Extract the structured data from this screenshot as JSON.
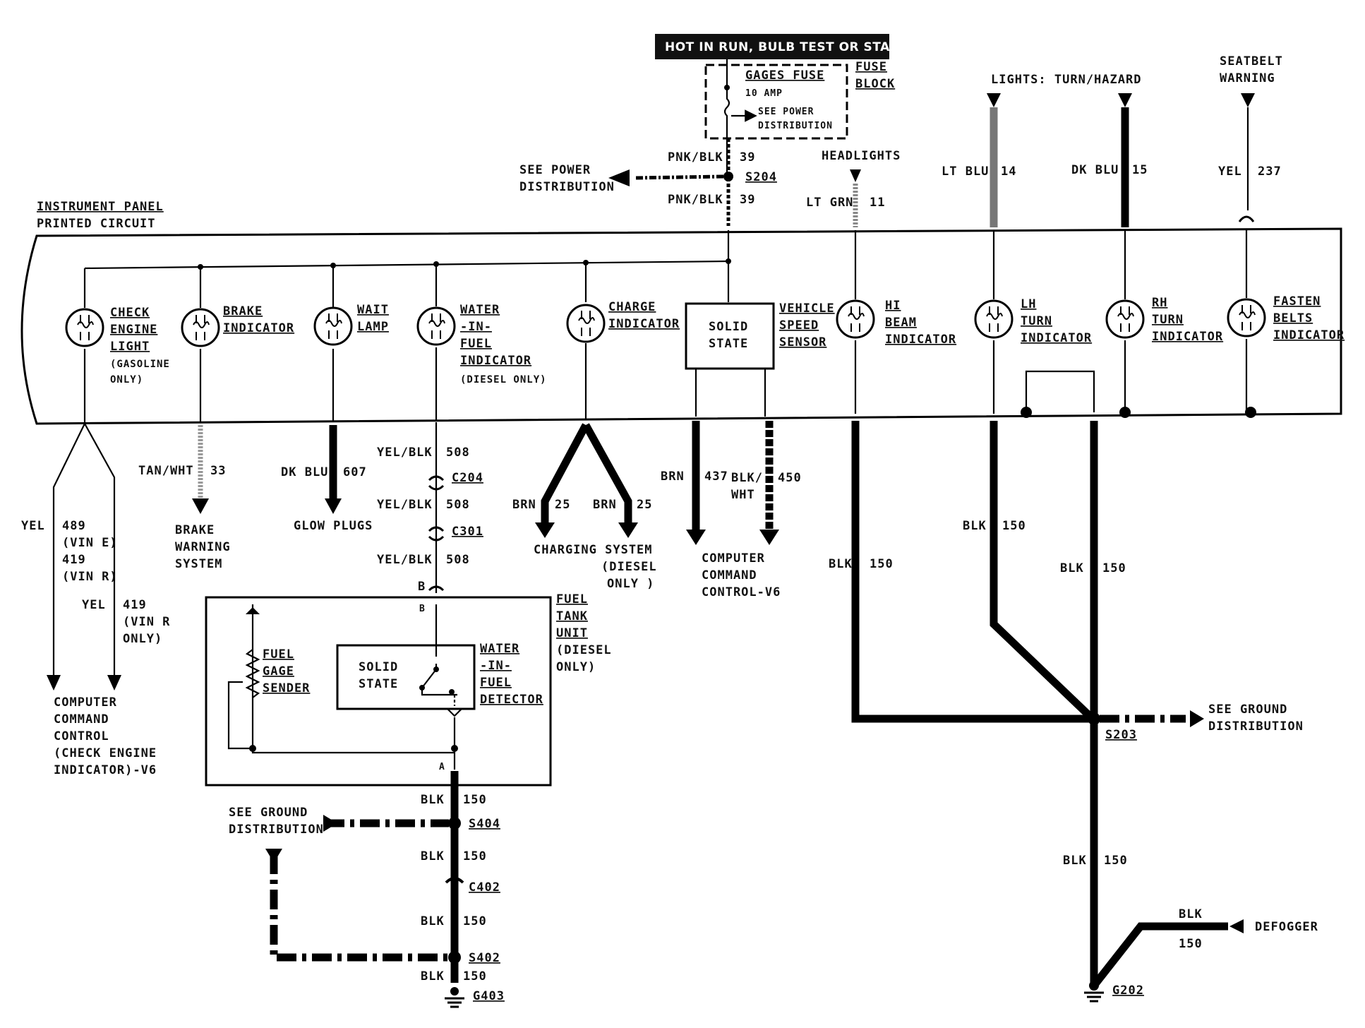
{
  "banner": "HOT IN RUN,  BULB TEST OR START",
  "fuse_block": {
    "label_1": "FUSE",
    "label_2": "BLOCK",
    "fuse_name": "GAGES FUSE",
    "fuse_rating": "10 AMP",
    "see_power_1": "SEE POWER",
    "see_power_2": "DISTRIBUTION"
  },
  "feed": {
    "wire_top_color": "PNK/BLK",
    "wire_top_num": "39",
    "splice": "S204",
    "wire_bot_color": "PNK/BLK",
    "wire_bot_num": "39",
    "see_power_1": "SEE POWER",
    "see_power_2": "DISTRIBUTION"
  },
  "panel": {
    "title_1": "INSTRUMENT PANEL",
    "title_2": "PRINTED CIRCUIT"
  },
  "inputs": {
    "headlights": "HEADLIGHTS",
    "lt_grn": "LT GRN",
    "lt_grn_num": "11",
    "turn_hazard": "LIGHTS: TURN/HAZARD",
    "lt_blu": "LT BLU",
    "lt_blu_num": "14",
    "dk_blu": "DK BLU",
    "dk_blu_num": "15",
    "seatbelt_1": "SEATBELT",
    "seatbelt_2": "WARNING",
    "yel": "YEL",
    "yel_num": "237"
  },
  "indicators": {
    "check_engine": [
      "CHECK",
      "ENGINE",
      "LIGHT"
    ],
    "check_engine_note": [
      "(GASOLINE",
      "ONLY)"
    ],
    "brake": [
      "BRAKE",
      "INDICATOR"
    ],
    "wait": [
      "WAIT",
      "LAMP"
    ],
    "water_in_fuel": [
      "WATER",
      "-IN-",
      "FUEL",
      "INDICATOR"
    ],
    "water_in_fuel_note": "(DIESEL ONLY)",
    "charge": [
      "CHARGE",
      "INDICATOR"
    ],
    "solid_state": [
      "SOLID",
      "STATE"
    ],
    "vss": [
      "VEHICLE",
      "SPEED",
      "SENSOR"
    ],
    "hi_beam": [
      "HI",
      "BEAM",
      "INDICATOR"
    ],
    "lh_turn": [
      "LH",
      "TURN",
      "INDICATOR"
    ],
    "rh_turn": [
      "RH",
      "TURN",
      "INDICATOR"
    ],
    "fasten_belts": [
      "FASTEN",
      "BELTS",
      "INDICATOR"
    ]
  },
  "outputs": {
    "yel_489": [
      "YEL",
      "489",
      "(VIN E)",
      "419",
      "(VIN R)"
    ],
    "yel_419": [
      "YEL",
      "419",
      "(VIN R",
      "ONLY)"
    ],
    "ccc_check": [
      "COMPUTER",
      "COMMAND",
      "CONTROL",
      "(CHECK ENGINE",
      "INDICATOR)-V6"
    ],
    "tan_wht": "TAN/WHT",
    "tan_wht_num": "33",
    "brake_sys": [
      "BRAKE",
      "WARNING",
      "SYSTEM"
    ],
    "dk_blu": "DK BLU",
    "dk_blu_num": "607",
    "glow_plugs": "GLOW PLUGS",
    "yel_blk_1": "YEL/BLK",
    "yel_blk_num_1": "508",
    "c204": "C204",
    "yel_blk_2": "YEL/BLK",
    "yel_blk_num_2": "508",
    "c301": "C301",
    "yel_blk_3": "YEL/BLK",
    "yel_blk_num_3": "508",
    "pin_b": "B",
    "brn_a": "BRN",
    "brn_a_num": "25",
    "brn_b": "BRN",
    "brn_b_num": "25",
    "charging": [
      "CHARGING SYSTEM",
      "(DIESEL",
      "ONLY )"
    ],
    "brn_437": "BRN",
    "brn_437_num": "437",
    "blk_wht_1": "BLK/",
    "blk_wht_2": "WHT",
    "blk_wht_num": "450",
    "ccc_v6": [
      "COMPUTER",
      "COMMAND",
      "CONTROL-V6"
    ]
  },
  "fuel_tank": {
    "label": [
      "FUEL",
      "TANK",
      "UNIT",
      "(DIESEL",
      "ONLY)"
    ],
    "gage_sender": [
      "FUEL",
      "GAGE",
      "SENDER"
    ],
    "solid_state": [
      "SOLID",
      "STATE"
    ],
    "detector": [
      "WATER",
      "-IN-",
      "FUEL",
      "DETECTOR"
    ],
    "pin_b": "B",
    "pin_a": "A"
  },
  "ground_left": {
    "blk_1": "BLK",
    "n_1": "150",
    "s404": "S404",
    "see_ground_1": "SEE GROUND",
    "see_ground_2": "DISTRIBUTION",
    "blk_2": "BLK",
    "n_2": "150",
    "c402": "C402",
    "blk_3": "BLK",
    "n_3": "150",
    "s402": "S402",
    "blk_4": "BLK",
    "n_4": "150",
    "g403": "G403"
  },
  "ground_right": {
    "blk_hi": "BLK",
    "n_hi": "150",
    "blk_lh": "BLK",
    "n_lh": "150",
    "blk_rh": "BLK",
    "n_rh": "150",
    "s203": "S203",
    "see_ground_1": "SEE GROUND",
    "see_ground_2": "DISTRIBUTION",
    "blk_main": "BLK",
    "n_main": "150",
    "blk_def": "BLK",
    "n_def": "150",
    "defogger": "DEFOGGER",
    "g202": "G202"
  }
}
